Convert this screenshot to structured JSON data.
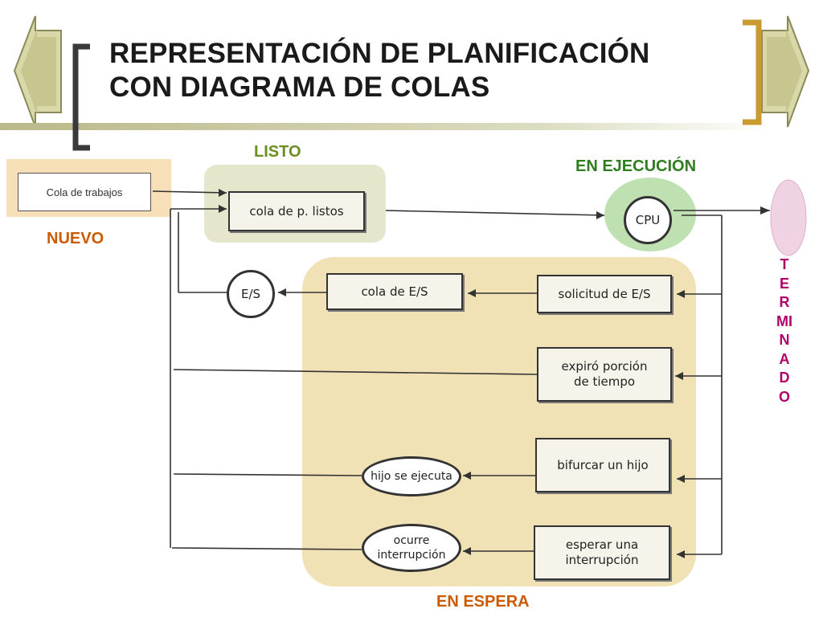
{
  "slide": {
    "title_line1": "REPRESENTACIÓN DE PLANIFICACIÓN",
    "title_line2": "CON DIAGRAMA DE COLAS"
  },
  "states": {
    "listo": "LISTO",
    "nuevo": "NUEVO",
    "en_ejecucion": "EN EJECUCIÓN",
    "en_espera": "EN ESPERA",
    "terminado": "TERMINADO"
  },
  "nodes": {
    "cola_trabajos": "Cola de trabajos",
    "cola_listos": "cola de p. listos",
    "cpu": "CPU",
    "es": "E/S",
    "cola_es": "cola de E/S",
    "solicitud_es": "solicitud de E/S",
    "expiro_line1": "expiró porción",
    "expiro_line2": "de tiempo",
    "bifurcar": "bifurcar un hijo",
    "hijo_ejecuta": "hijo se ejecuta",
    "esperar_line1": "esperar una",
    "esperar_line2": "interrupción",
    "ocurre_line1": "ocurre",
    "ocurre_line2": "interrupción"
  },
  "colors": {
    "listo": "#6b8e23",
    "nuevo": "#cc5a00",
    "en_ejecucion": "#2e7d1e",
    "en_espera": "#cc5a00",
    "terminado": "#b0006a",
    "bracket": "#c99a2e",
    "arrow_fill": "#c8c98c"
  }
}
